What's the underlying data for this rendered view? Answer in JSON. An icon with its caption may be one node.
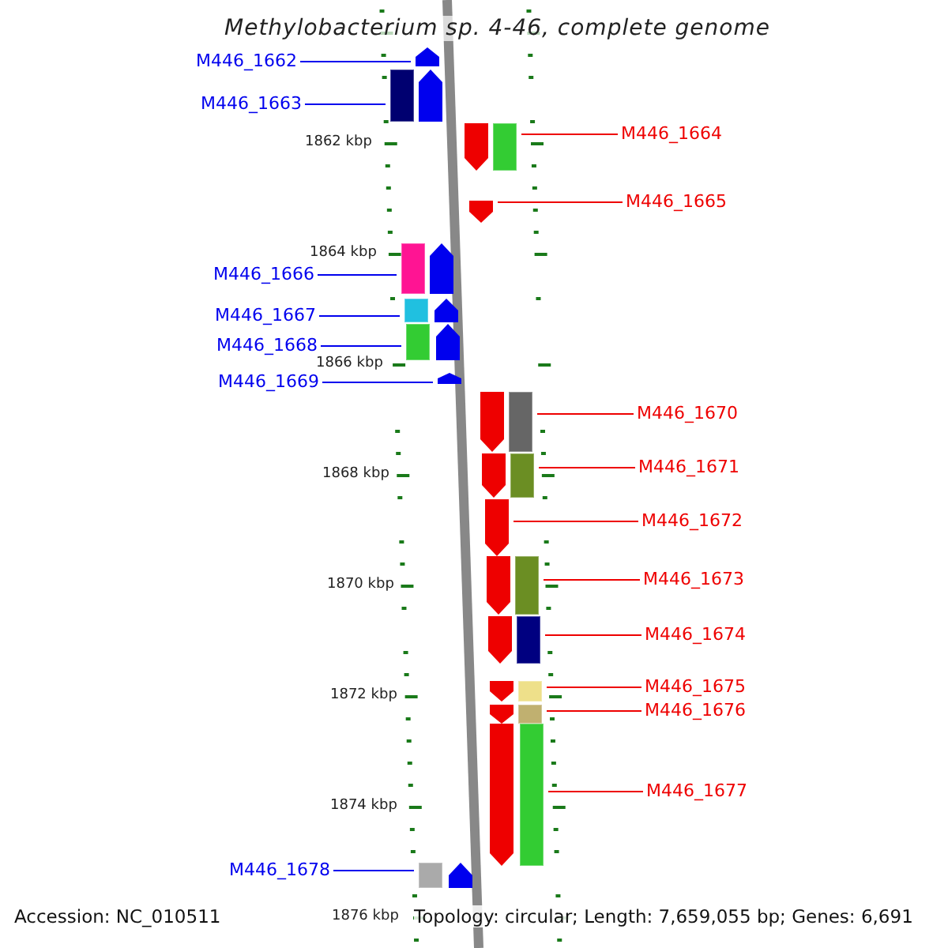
{
  "diagram": {
    "title": "Methylobacterium sp. 4-46, complete genome",
    "nodes": [
      {
        "text": [
          "M446_1662"
        ]
      },
      {
        "text": [
          "M446_1663"
        ]
      },
      {
        "text": [
          "M446_1664"
        ]
      },
      {
        "text": [
          "M446_1665"
        ]
      },
      {
        "text": [
          "M446_1666"
        ]
      },
      {
        "text": [
          "M446_1667"
        ]
      },
      {
        "text": [
          "M446_1668"
        ]
      },
      {
        "text": [
          "M446_1669"
        ]
      },
      {
        "text": [
          "M446_1670"
        ]
      },
      {
        "text": [
          "M446_1671"
        ]
      },
      {
        "text": [
          "M446_1672"
        ]
      },
      {
        "text": [
          "M446_1673"
        ]
      },
      {
        "text": [
          "M446_1674"
        ]
      },
      {
        "text": [
          "M446_1675"
        ]
      },
      {
        "text": [
          "M446_1676"
        ]
      },
      {
        "text": [
          "M446_1677"
        ]
      },
      {
        "text": [
          "M446_1678"
        ]
      },
      {
        "text": [],
        "shape": "arrow"
      },
      {
        "text": [],
        "shape": "arrow"
      },
      {
        "text": [],
        "shape": "arrow"
      },
      {
        "text": [],
        "shape": "arrow"
      },
      {
        "text": [],
        "shape": "arrow"
      },
      {
        "text": [],
        "shape": "arrow"
      },
      {
        "text": [],
        "shape": "arrow"
      },
      {
        "text": [],
        "shape": "arrow"
      },
      {
        "text": [],
        "shape": "arrow"
      },
      {
        "text": [],
        "shape": "arrow"
      },
      {
        "text": [],
        "shape": "arrow"
      },
      {
        "text": [],
        "shape": "arrow"
      },
      {
        "text": [],
        "shape": "arrow"
      },
      {
        "text": [],
        "shape": "arrow"
      },
      {
        "text": [],
        "shape": "arrow"
      },
      {
        "text": [],
        "shape": "arrow"
      },
      {
        "text": [],
        "shape": "arrow"
      }
    ],
    "edges": [
      {
        "from": 0,
        "to": 17,
        "arrow": "none",
        "color": "#0000ee"
      },
      {
        "from": 1,
        "to": 18,
        "arrow": "none",
        "color": "#0000ee"
      },
      {
        "from": 2,
        "to": 19,
        "arrow": "none"
      },
      {
        "from": 3,
        "to": 20,
        "arrow": "none"
      },
      {
        "from": 4,
        "to": 21,
        "arrow": "none",
        "color": "#0000ee"
      },
      {
        "from": 5,
        "to": 22,
        "arrow": "none",
        "color": "#0000ee"
      },
      {
        "from": 6,
        "to": 23,
        "arrow": "none",
        "color": "#0000ee"
      },
      {
        "from": 7,
        "to": 24,
        "arrow": "none",
        "color": "#0000ee"
      },
      {
        "from": 8,
        "to": 25,
        "arrow": "none"
      },
      {
        "from": 9,
        "to": 26,
        "arrow": "none"
      },
      {
        "from": 10,
        "to": 27,
        "arrow": "none"
      },
      {
        "from": 11,
        "to": 28,
        "arrow": "none"
      },
      {
        "from": 12,
        "to": 29,
        "arrow": "none"
      },
      {
        "from": 13,
        "to": 30,
        "arrow": "none"
      },
      {
        "from": 14,
        "to": 31,
        "arrow": "none"
      },
      {
        "from": 15,
        "to": 32,
        "arrow": "none"
      },
      {
        "from": 16,
        "to": 33,
        "arrow": "none",
        "color": "#0000ee"
      }
    ],
    "labels": [
      "1862 kbp",
      "1864 kbp",
      "1866 kbp",
      "1868 kbp",
      "1870 kbp",
      "1872 kbp",
      "1874 kbp",
      "Accession: NC_010511",
      "1876 kbp",
      "Topology: circular; Length: 7,659,055 bp; Genes: 6,691"
    ]
  }
}
